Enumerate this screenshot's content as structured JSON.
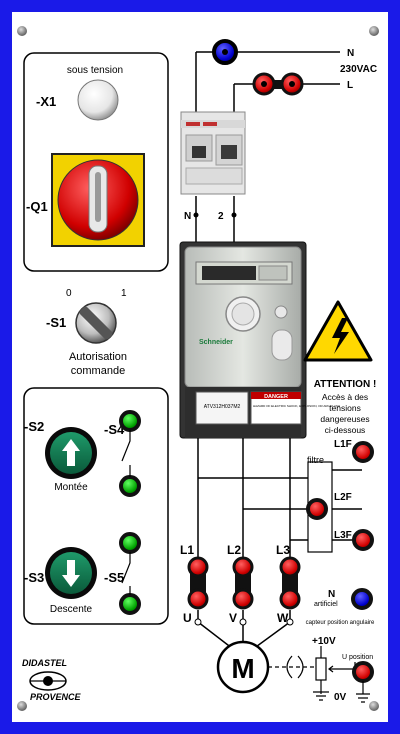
{
  "panel": {
    "indicator_label": "sous tension",
    "x1": "-X1",
    "q1": "-Q1",
    "s1": "-S1",
    "s1_pos0": "0",
    "s1_pos1": "1",
    "s1_caption_1": "Autorisation",
    "s1_caption_2": "commande",
    "s2": "-S2",
    "s2_caption": "Montée",
    "s4": "-S4",
    "s3": "-S3",
    "s3_caption": "Descente",
    "s5": "-S5"
  },
  "supply": {
    "n": "N",
    "voltage": "230VAC",
    "l": "L",
    "breaker_n": "N",
    "breaker_2": "2"
  },
  "drive": {
    "brand": "Schneider",
    "model": "ATV312H037M2",
    "danger_header": "DANGER",
    "danger_text": "HAZARD OF ELECTRIC SHOCK, EXPLOSION, OR ARC FLASH"
  },
  "warning": {
    "title": "ATTENTION !",
    "line1": "Accès à des",
    "line2": "tensions",
    "line3": "dangereuses",
    "line4": "ci-dessous"
  },
  "filter": {
    "label": "filtre",
    "l1f": "L1F",
    "l2f": "L2F",
    "l3f": "L3F"
  },
  "motor": {
    "l1": "L1",
    "l2": "L2",
    "l3": "L3",
    "u": "U",
    "v": "V",
    "w": "W",
    "symbol": "M",
    "n_artificiel": "N",
    "n_artificiel_sub": "artificiel"
  },
  "sensor": {
    "title": "capteur position angulaire",
    "plus10": "+10V",
    "u_position": "U position",
    "zero": "0V"
  },
  "logo": {
    "line1": "DIDASTEL",
    "line2": "PROVENCE"
  },
  "colors": {
    "background": "#1a1ae8",
    "panel": "#ffffff",
    "socket_red": "#d00000",
    "socket_green": "#00a000",
    "socket_blue": "#0000cc",
    "switch_yellow": "#f2d200"
  }
}
